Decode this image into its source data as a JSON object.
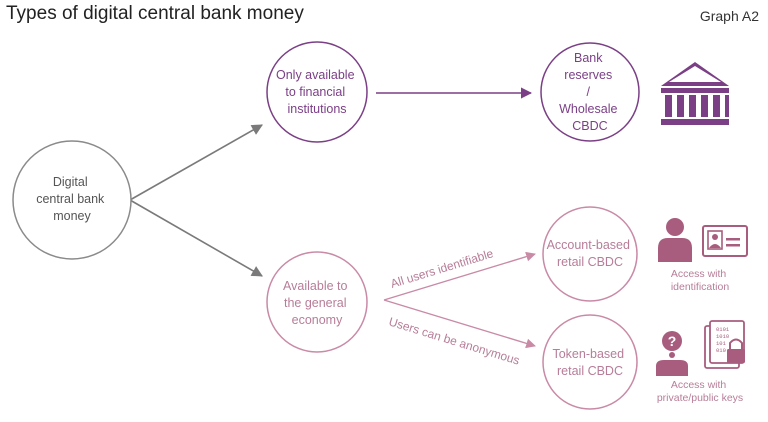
{
  "header": {
    "title": "Types of digital central bank money",
    "graph_label": "Graph A2"
  },
  "nodes": {
    "root": [
      "Digital",
      "central bank",
      "money"
    ],
    "financial_institutions": [
      "Only available",
      "to financial",
      "institutions"
    ],
    "general_economy": [
      "Available to",
      "the general",
      "economy"
    ],
    "wholesale": [
      "Bank",
      "reserves",
      "/",
      "Wholesale",
      "CBDC"
    ],
    "account_based": [
      "Account-based",
      "retail CBDC"
    ],
    "token_based": [
      "Token-based",
      "retail CBDC"
    ]
  },
  "edge_labels": {
    "identifiable": "All users identifiable",
    "anonymous": "Users can be anonymous"
  },
  "icons": {
    "bank": "bank-building-icon",
    "identification": "person-id-card-icon",
    "keys": "person-question-lock-icon",
    "identification_caption": [
      "Access with",
      "identification"
    ],
    "keys_caption": [
      "Access with",
      "private/public keys"
    ]
  },
  "colors": {
    "gray": "#8a8a8a",
    "purple": "#7b3f86",
    "pink": "#c98aa6",
    "pink_text": "#b77d98",
    "icon_pink": "#a85d7e"
  }
}
